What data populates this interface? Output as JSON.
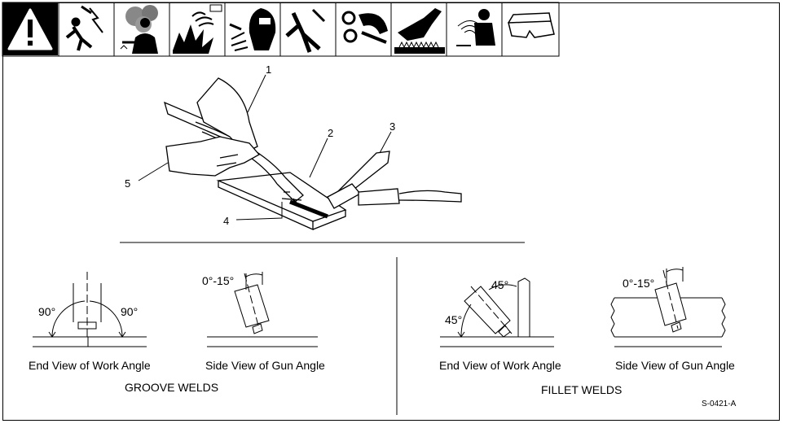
{
  "safety_icons": [
    "warning-icon",
    "electric-shock-icon",
    "fumes-icon",
    "fire-explosion-icon",
    "arc-rays-icon",
    "hot-parts-icon",
    "moving-parts-icon",
    "hot-metal-icon",
    "emf-icon",
    "safety-glasses-icon"
  ],
  "callouts": [
    "1",
    "2",
    "3",
    "4",
    "5"
  ],
  "groove": {
    "angle_left": "90°",
    "angle_right": "90°",
    "gun_angle": "0°-15°",
    "end_view_caption": "End View of Work Angle",
    "side_view_caption": "Side View of Gun Angle",
    "section_title": "GROOVE WELDS"
  },
  "fillet": {
    "angle_upper": "45°",
    "angle_lower": "45°",
    "gun_angle": "0°-15°",
    "end_view_caption": "End View of Work Angle",
    "side_view_caption": "Side View of Gun Angle",
    "section_title": "FILLET WELDS"
  },
  "figure_id": "S-0421-A"
}
